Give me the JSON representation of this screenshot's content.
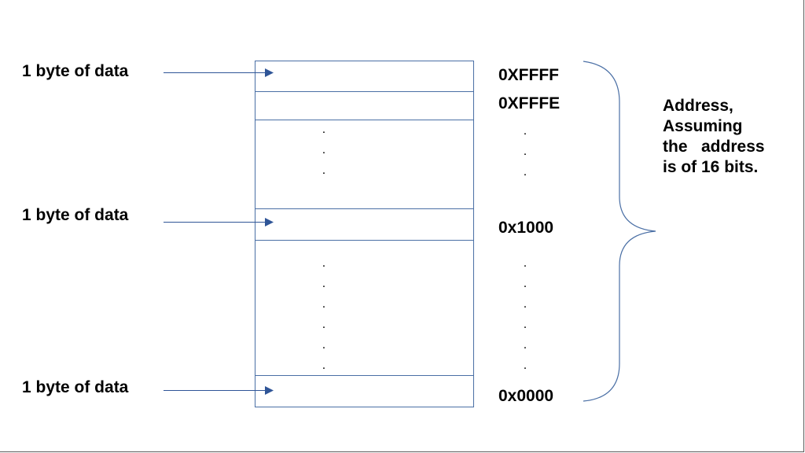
{
  "diagram": {
    "left_labels": [
      "1 byte of data",
      "1 byte of data",
      "1 byte of data"
    ],
    "addresses": [
      "0XFFFF",
      "0XFFFE",
      "0x1000",
      "0x0000"
    ],
    "note": [
      "Address,",
      "Assuming",
      "the   address",
      "is of 16 bits."
    ],
    "dot": ".",
    "colors": {
      "box_line": "#4a6fa5",
      "arrow": "#2f5597",
      "brace": "#4a6fa5"
    }
  }
}
